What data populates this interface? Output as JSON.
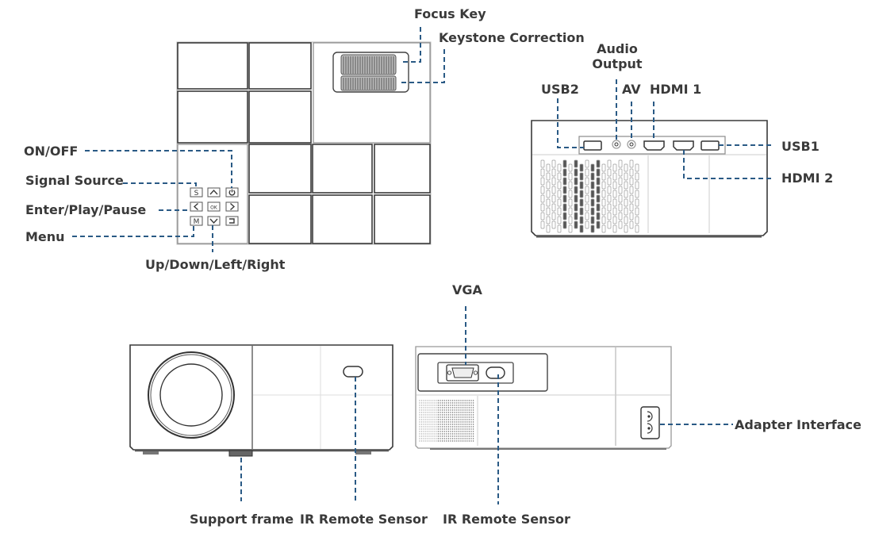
{
  "title": "Projector parts and interfaces",
  "colors": {
    "leader_line": "#2a5a85",
    "label_text": "#3a3a3a",
    "outline": "#3a3a3a"
  },
  "views": {
    "top": {
      "labels": {
        "focus_key": "Focus Key",
        "keystone": "Keystone Correction",
        "on_off": "ON/OFF",
        "signal_source": "Signal Source",
        "enter": "Enter/Play/Pause",
        "menu": "Menu",
        "arrows": "Up/Down/Left/Right"
      },
      "keypad": {
        "source": "S",
        "up": "^",
        "power": "⏻",
        "left": "<",
        "ok": "OK",
        "right": ">",
        "menu": "M",
        "down": "v",
        "back": "↩"
      }
    },
    "rear": {
      "labels": {
        "audio_output_line1": "Audio",
        "audio_output_line2": "Output",
        "usb2": "USB2",
        "av": "AV",
        "hdmi1": "HDMI 1",
        "usb1": "USB1",
        "hdmi2": "HDMI 2"
      }
    },
    "front": {
      "labels": {
        "support_frame": "Support frame",
        "ir_sensor": "IR Remote Sensor"
      }
    },
    "back": {
      "labels": {
        "vga": "VGA",
        "ir_sensor": "IR Remote Sensor",
        "adapter": "Adapter Interface"
      }
    }
  }
}
